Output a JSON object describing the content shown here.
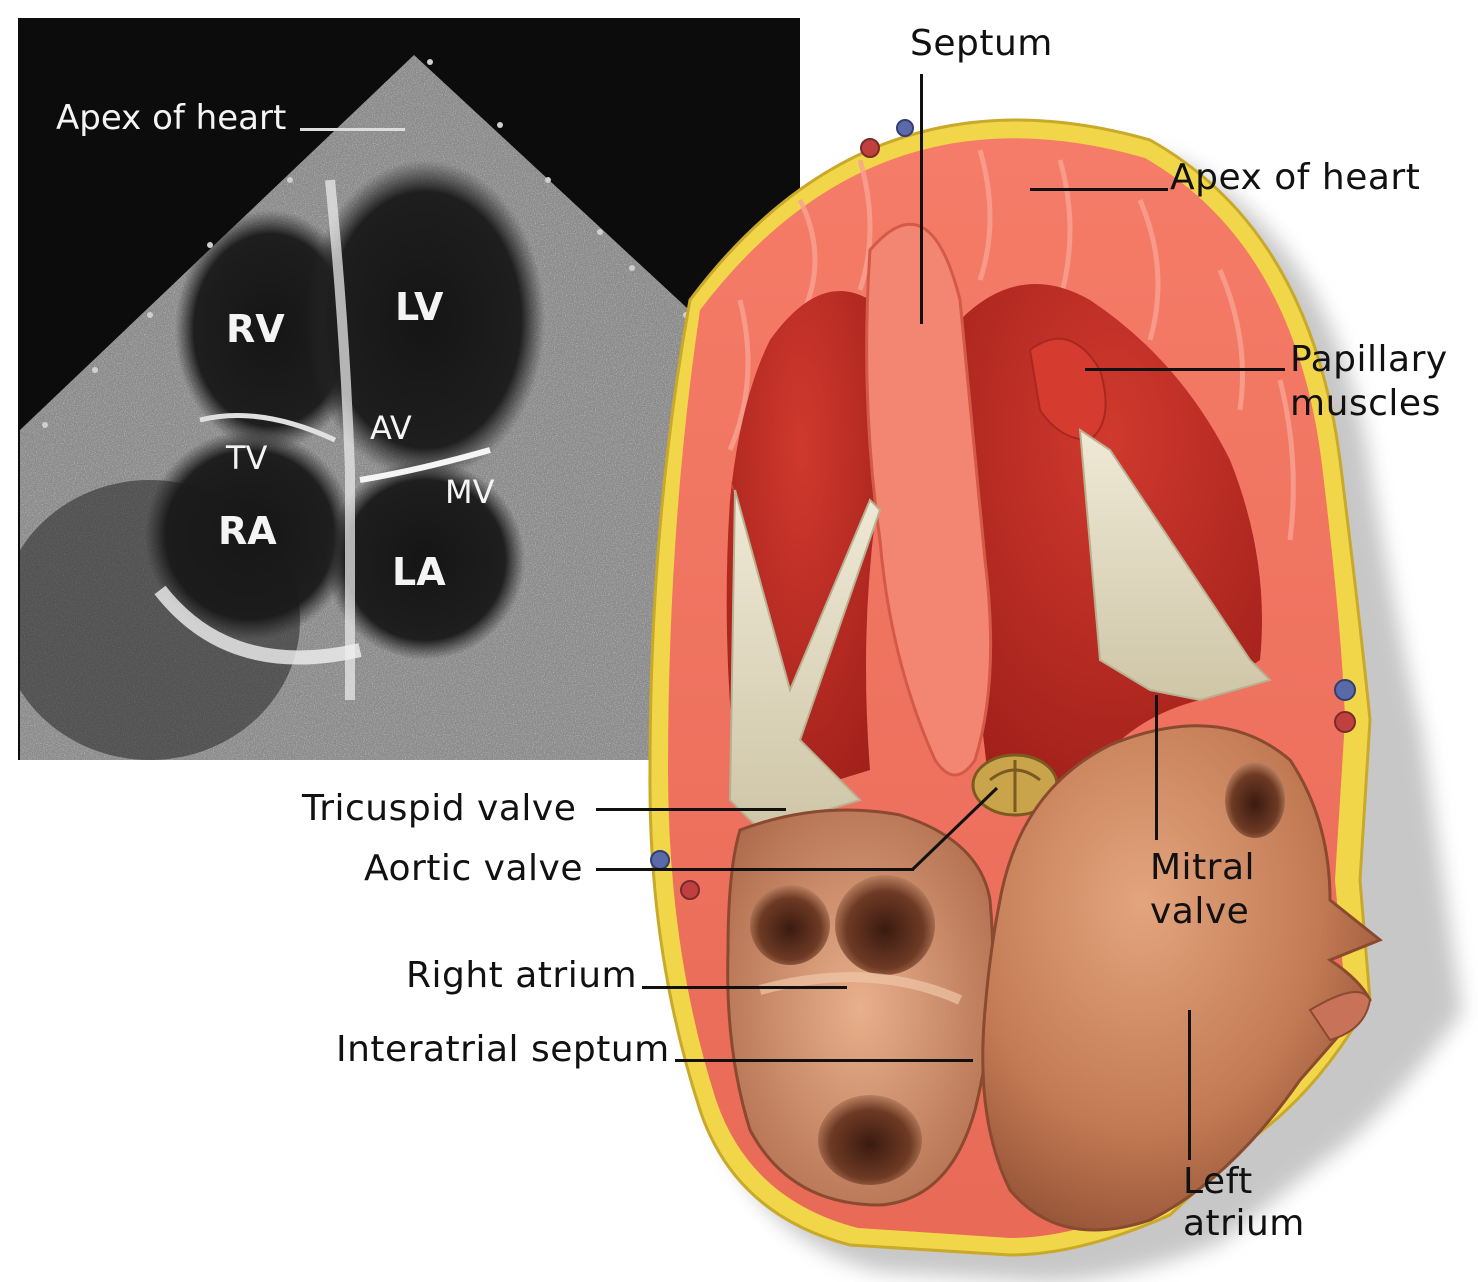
{
  "echo": {
    "labels": {
      "apex": "Apex of heart",
      "rv": "RV",
      "lv": "LV",
      "av": "AV",
      "tv": "TV",
      "mv": "MV",
      "ra": "RA",
      "la": "LA"
    },
    "colors": {
      "background": "#0c0c0c",
      "tissue": "#d8d8d8"
    }
  },
  "anatomy": {
    "labels": {
      "septum": "Septum",
      "apex": "Apex of heart",
      "papillary_1": "Papillary",
      "papillary_2": "muscles",
      "tricuspid": "Tricuspid valve",
      "aortic": "Aortic valve",
      "right_atrium": "Right atrium",
      "interatrial": "Interatrial septum",
      "mitral_1": "Mitral",
      "mitral_2": "valve",
      "left_atrium_1": "Left",
      "left_atrium_2": "atrium"
    },
    "colors": {
      "myocardium": "#ef7563",
      "cavity": "#b32a22",
      "fat": "#f2d84a",
      "atrium": "#c7825c",
      "chordae": "#e6e1cc"
    }
  }
}
